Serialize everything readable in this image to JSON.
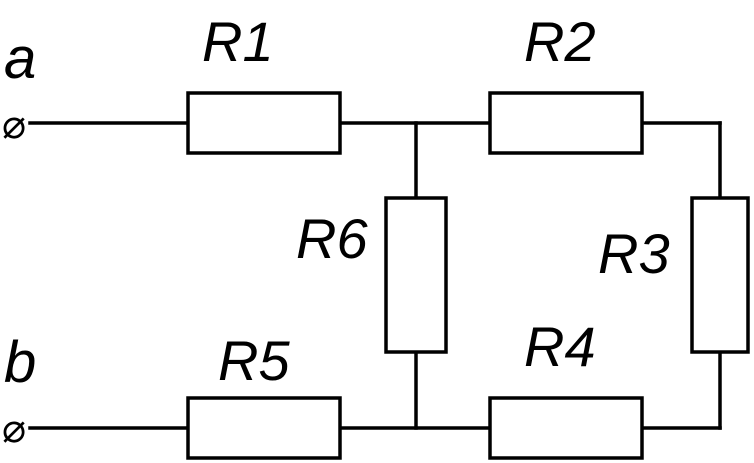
{
  "diagram": {
    "terminals": {
      "a": {
        "label": "a",
        "symbol": "⌀"
      },
      "b": {
        "label": "b",
        "symbol": "⌀"
      }
    },
    "resistors": {
      "r1": "R1",
      "r2": "R2",
      "r3": "R3",
      "r4": "R4",
      "r5": "R5",
      "r6": "R6"
    }
  }
}
